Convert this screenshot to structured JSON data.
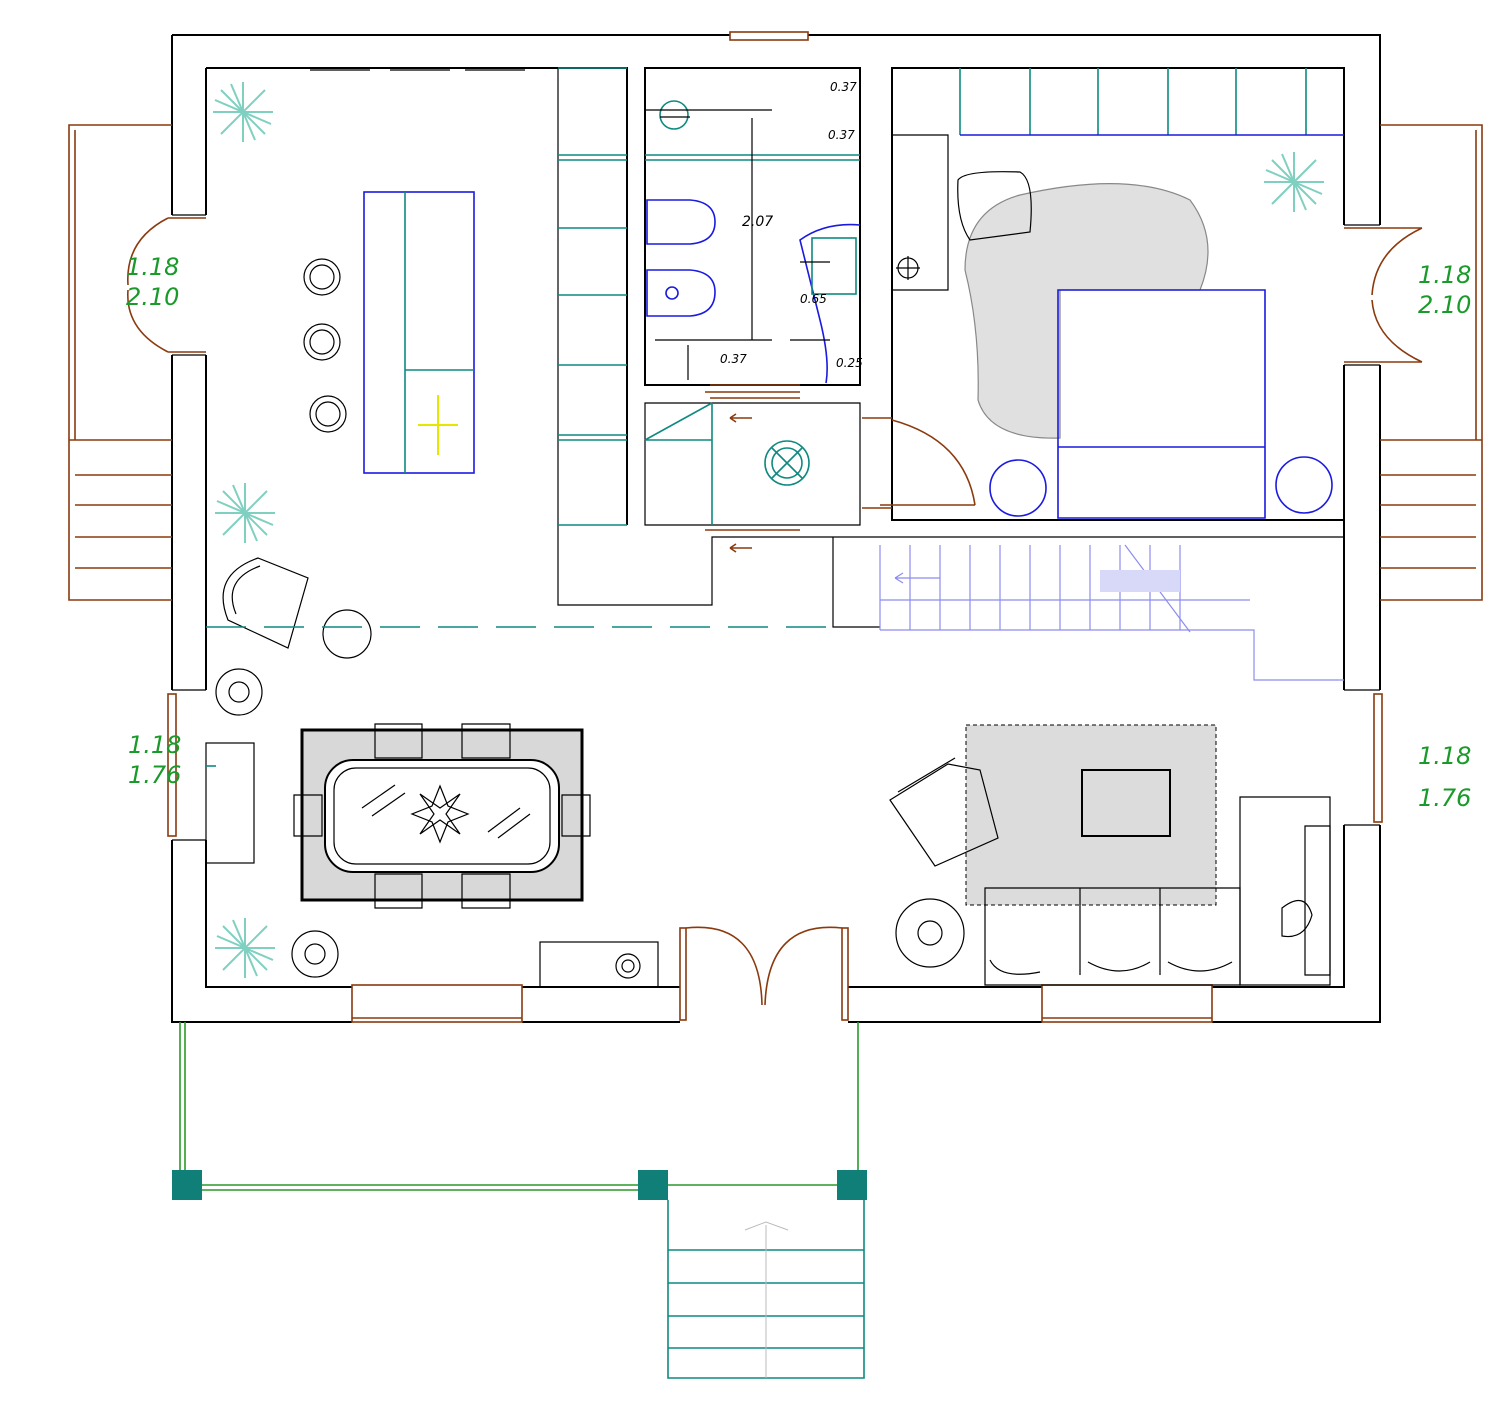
{
  "colors": {
    "wall": "#000000",
    "door": "#8b3a0e",
    "furniture_teal": "#0f8a80",
    "furniture_blue": "#1a1ae0",
    "dimension_green": "#1a9a2a",
    "plant": "#7fd0c0",
    "stairs_lilac": "#8c8cf0"
  },
  "dimensions": {
    "left_door": [
      "1.18",
      "2.10"
    ],
    "right_door": [
      "1.18",
      "2.10"
    ],
    "left_window": [
      "1.18",
      "1.76"
    ],
    "right_window": [
      "1.18",
      "1.76"
    ]
  },
  "labels": {
    "bath_a": "0.37",
    "bath_b": "0.37",
    "bath_c": "2.07",
    "bath_d": "0.65",
    "bath_e": "0.37",
    "bath_f": "0.25"
  },
  "icons": [
    "plant-icon",
    "stool-icon",
    "armchair-icon",
    "dining-table-icon",
    "bed-icon",
    "sofa-icon",
    "toilet-icon",
    "bidet-icon",
    "sink-icon",
    "stairs-icon"
  ]
}
